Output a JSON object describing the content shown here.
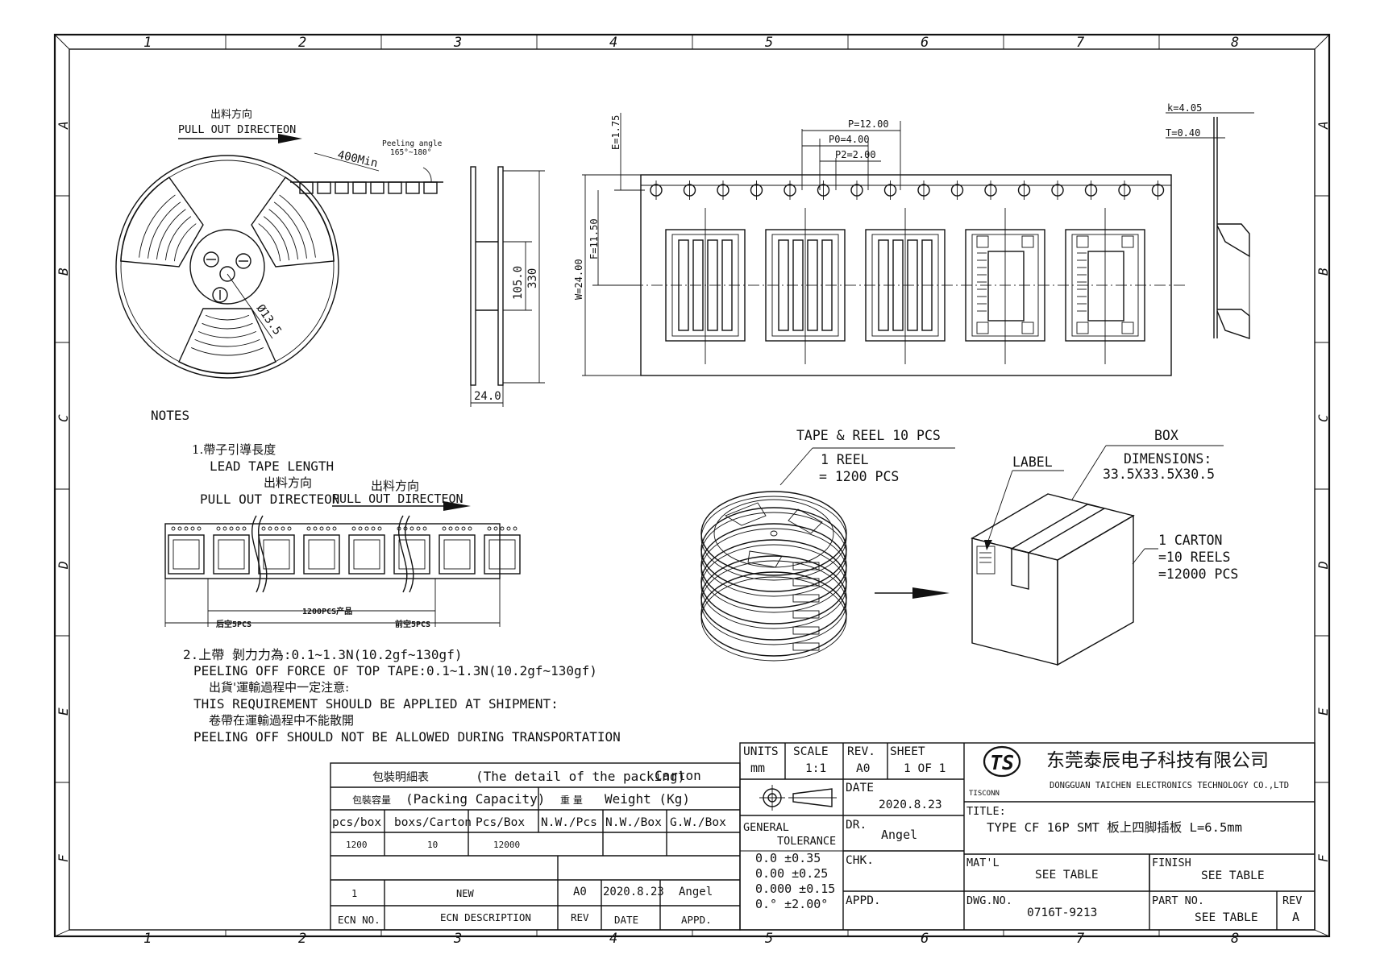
{
  "zones": {
    "cols": [
      "1",
      "2",
      "3",
      "4",
      "5",
      "6",
      "7",
      "8"
    ],
    "rows": [
      "A",
      "B",
      "C",
      "D",
      "E",
      "F"
    ]
  },
  "reel": {
    "pull_cn": "出料方向",
    "pull_en": "PULL OUT DIRECTEON",
    "leader": "400Min",
    "peel_label": "Peeling angle",
    "peel_angle": "165°~180°",
    "hub_diameter": "Ø13.5",
    "side_dims": [
      "105.0",
      "330",
      "24.0"
    ]
  },
  "tape": {
    "dims": {
      "P": "P=12.00",
      "P0": "P0=4.00",
      "P2": "P2=2.00",
      "E": "E=1.75",
      "F": "F=11.50",
      "W": "W=24.00",
      "k": "k=4.05",
      "T": "T=0.40"
    }
  },
  "notes": {
    "heading": "NOTES",
    "n1_cn": "1.帶子引導長度",
    "n1_en": "LEAD TAPE LENGTH",
    "pull_cn": "出料方向",
    "pull_en": "PULL OUT DIRECTEON",
    "trailer": "后空5PCS",
    "mid": "1200PCS产品",
    "leader": "前空5PCS",
    "n2_l1": "2.上帶 剝力力為:0.1~1.3N(10.2gf~130gf)",
    "n2_l2": "PEELING OFF FORCE OF TOP TAPE:0.1~1.3N(10.2gf~130gf)",
    "n2_l3": "出貨'運輸過程中一定注意:",
    "n2_l4": "THIS REQUIREMENT SHOULD BE APPLIED AT SHIPMENT:",
    "n2_l5": "卷帶在運輸過程中不能散開",
    "n2_l6": "PEELING OFF SHOULD NOT BE ALLOWED DURING TRANSPORTATION"
  },
  "pack": {
    "tape_reel": "TAPE & REEL 10 PCS",
    "one_reel": "1 REEL",
    "reel_pcs": "= 1200 PCS",
    "label": "LABEL",
    "box": "BOX",
    "dims_label": "DIMENSIONS:",
    "dims": "33.5X33.5X30.5",
    "carton": "1 CARTON",
    "carton_reels": "=10 REELS",
    "carton_pcs": "=12000 PCS"
  },
  "packing": {
    "title_cn": "包裝明細表",
    "title_en": "(The detail of the packing)",
    "carton": "Carton",
    "capacity_cn": "包裝容量",
    "capacity_en": "(Packing Capacity)",
    "weight_cn": "重 量",
    "weight_en": "Weight (Kg)",
    "headers": [
      "pcs/box",
      "boxs/Carton",
      "Pcs/Box",
      "N.W./Pcs",
      "N.W./Box",
      "G.W./Box"
    ],
    "values": [
      "1200",
      "10",
      "12000"
    ]
  },
  "ecn": {
    "no": "1",
    "desc": "NEW",
    "rev": "A0",
    "date": "2020.8.23",
    "appd": "Angel",
    "h_no": "ECN NO.",
    "h_desc": "ECN DESCRIPTION",
    "h_rev": "REV",
    "h_date": "DATE",
    "h_appd": "APPD."
  },
  "title_block": {
    "units_label": "UNITS",
    "units": "mm",
    "scale_label": "SCALE",
    "scale": "1:1",
    "rev_label": "REV.",
    "rev": "A0",
    "sheet_label": "SHEET",
    "sheet": "1 OF 1",
    "date_label": "DATE",
    "date": "2020.8.23",
    "general": "GENERAL",
    "tolerance": "TOLERANCE",
    "dr_label": "DR.",
    "dr": "Angel",
    "chk_label": "CHK.",
    "appd_label": "APPD.",
    "tol": [
      "0.0   ±0.35",
      "0.00  ±0.25",
      "0.000 ±0.15",
      "0.°   ±2.00°"
    ],
    "logo": "TS",
    "brand": "TISCONN",
    "company_cn": "东莞泰辰电子科技有限公司",
    "company_en": "DONGGUAN TAICHEN ELECTRONICS TECHNOLOGY CO.,LTD",
    "title_label": "TITLE:",
    "title": "TYPE CF 16P SMT 板上四脚插板 L=6.5mm",
    "mat_label": "MAT'L",
    "mat": "SEE TABLE",
    "finish_label": "FINISH",
    "finish": "SEE TABLE",
    "dwg_label": "DWG.NO.",
    "dwg": "0716T-9213",
    "partno_label": "PART NO.",
    "partno": "SEE TABLE",
    "rev2_label": "REV",
    "rev2": "A"
  }
}
